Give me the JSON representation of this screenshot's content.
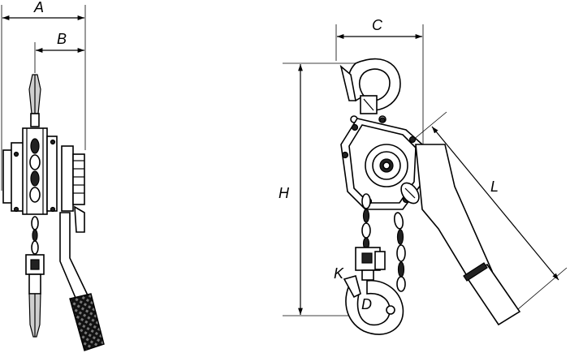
{
  "dimensions": {
    "a": "A",
    "b": "B",
    "c": "C",
    "h": "H",
    "l": "L",
    "k": "K",
    "d": "D"
  }
}
